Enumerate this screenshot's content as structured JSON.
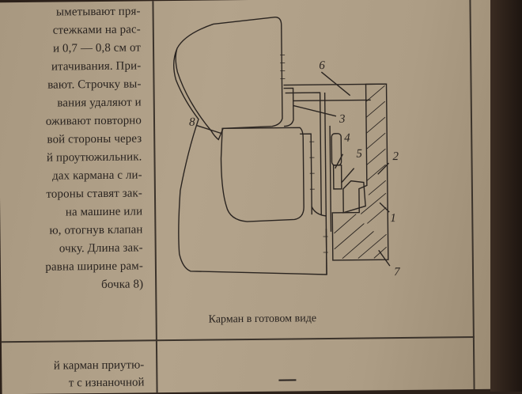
{
  "text_lines": [
    "ыметывают пря-",
    "стежками на рас-",
    "и 0,7 — 0,8 см от",
    "итачивания. При-",
    "вают. Строчку вы-",
    "вания удаляют и",
    "оживают повторно",
    "вой стороны через",
    "й проутюжильник.",
    "дах кармана с ли-",
    "тороны ставят зак-",
    "на машине или",
    "ю, отогнув клапан",
    "очку. Длина зак-",
    "равна ширине рам-",
    "бочка 8)"
  ],
  "bottom_lines": [
    "й карман приутю-",
    "т с изнаночной"
  ],
  "figure": {
    "caption": "Карман в готовом виде",
    "callouts": [
      "1",
      "2",
      "3",
      "4",
      "5",
      "6",
      "7",
      "8"
    ]
  }
}
